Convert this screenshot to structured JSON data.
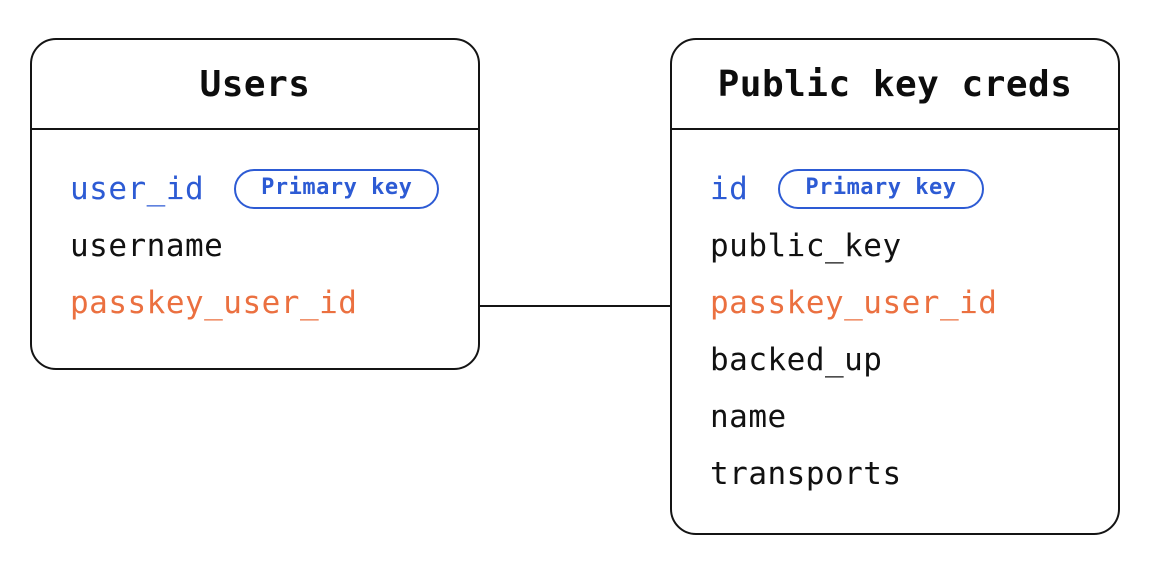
{
  "diagram": {
    "type": "entity-relationship",
    "colors": {
      "primary_key_blue": "#2d5bd4",
      "foreign_key_orange": "#eb7040",
      "line_black": "#141414",
      "background": "#ffffff"
    },
    "relationship": {
      "from": "Users.passkey_user_id",
      "to": "Public key creds.passkey_user_id"
    }
  },
  "tables": [
    {
      "title": "Users",
      "fields": [
        {
          "name": "user_id",
          "badge": "Primary key",
          "role": "primary-key"
        },
        {
          "name": "username",
          "role": "regular"
        },
        {
          "name": "passkey_user_id",
          "role": "foreign-key"
        }
      ]
    },
    {
      "title": "Public key creds",
      "fields": [
        {
          "name": "id",
          "badge": "Primary key",
          "role": "primary-key"
        },
        {
          "name": "public_key",
          "role": "regular"
        },
        {
          "name": "passkey_user_id",
          "role": "foreign-key"
        },
        {
          "name": "backed_up",
          "role": "regular"
        },
        {
          "name": "name",
          "role": "regular"
        },
        {
          "name": "transports",
          "role": "regular"
        }
      ]
    }
  ]
}
